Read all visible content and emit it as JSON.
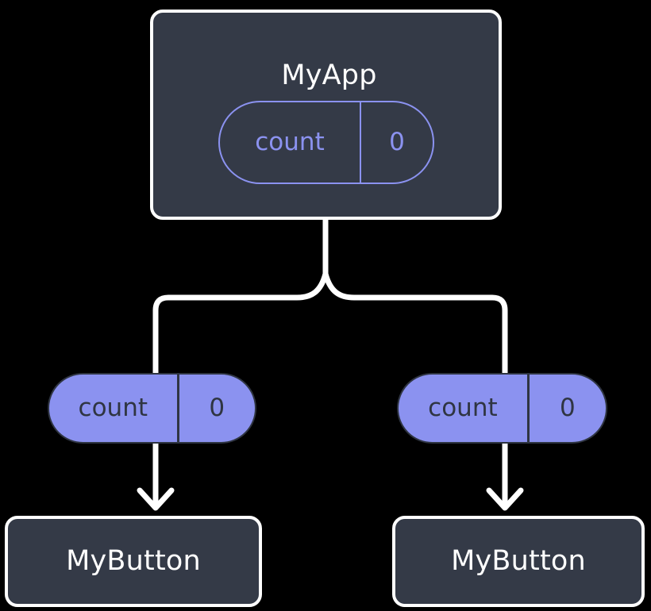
{
  "diagram": {
    "type": "component-tree",
    "background_color": "#000000",
    "accent_color": "#8b92f0",
    "box_fill_color": "#343a47",
    "line_color": "#ffffff",
    "pill_text_color": "#2f3542",
    "root": {
      "title": "MyApp",
      "state": {
        "key": "count",
        "value": "0"
      }
    },
    "children": [
      {
        "prop": {
          "key": "count",
          "value": "0"
        },
        "title": "MyButton"
      },
      {
        "prop": {
          "key": "count",
          "value": "0"
        },
        "title": "MyButton"
      }
    ]
  }
}
